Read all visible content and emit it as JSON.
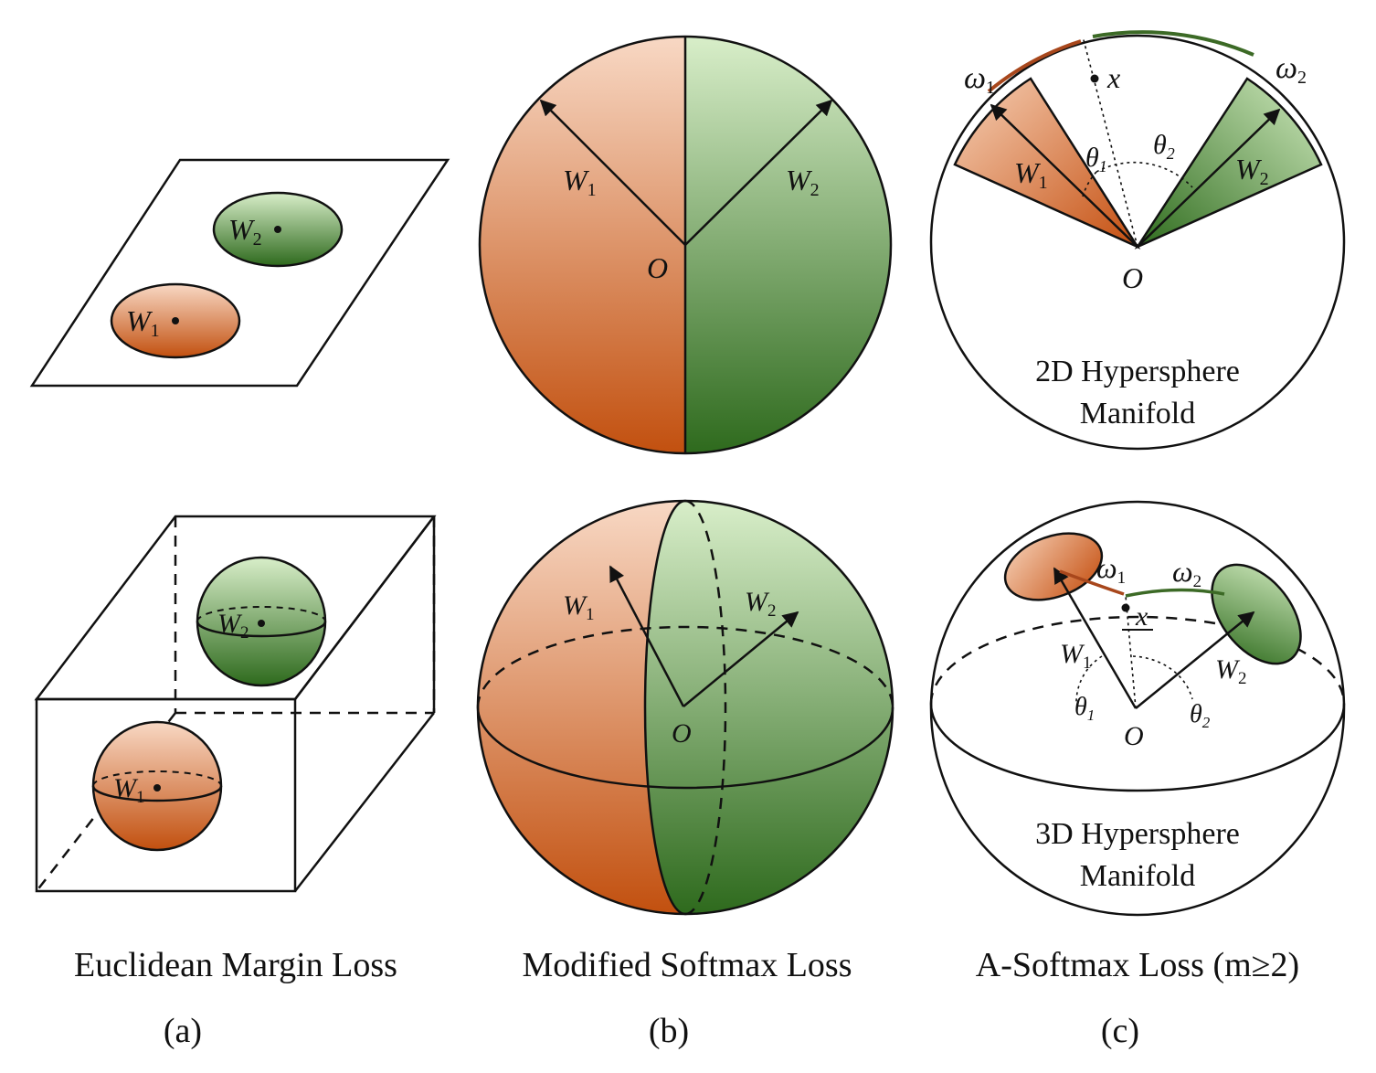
{
  "colors": {
    "orange_light": "#f7d2bb",
    "orange_dark": "#c24e0e",
    "green_light": "#d4ecc4",
    "green_dark": "#2d6a1c",
    "omega1_arc": "#a8471c",
    "omega2_arc": "#3c6a26"
  },
  "panel_a": {
    "caption": "Euclidean Margin Loss",
    "tag": "(a)",
    "w1": "W",
    "w1_sub": "1",
    "w2": "W",
    "w2_sub": "2"
  },
  "panel_b": {
    "caption": "Modified Softmax Loss",
    "tag": "(b)",
    "w1": "W",
    "w1_sub": "1",
    "w2": "W",
    "w2_sub": "2",
    "origin": "O"
  },
  "panel_c": {
    "caption": "A-Softmax Loss (m≥2)",
    "tag": "(c)",
    "w1": "W",
    "w1_sub": "1",
    "w2": "W",
    "w2_sub": "2",
    "origin": "O",
    "x": "x",
    "omega": "ω",
    "omega1_sub": "1",
    "omega2_sub": "2",
    "theta": "θ",
    "theta1_sub": "1",
    "theta2_sub": "2",
    "top_label_line1": "2D Hypersphere",
    "top_label_line2": "Manifold",
    "bottom_label_line1": "3D Hypersphere",
    "bottom_label_line2": "Manifold"
  }
}
